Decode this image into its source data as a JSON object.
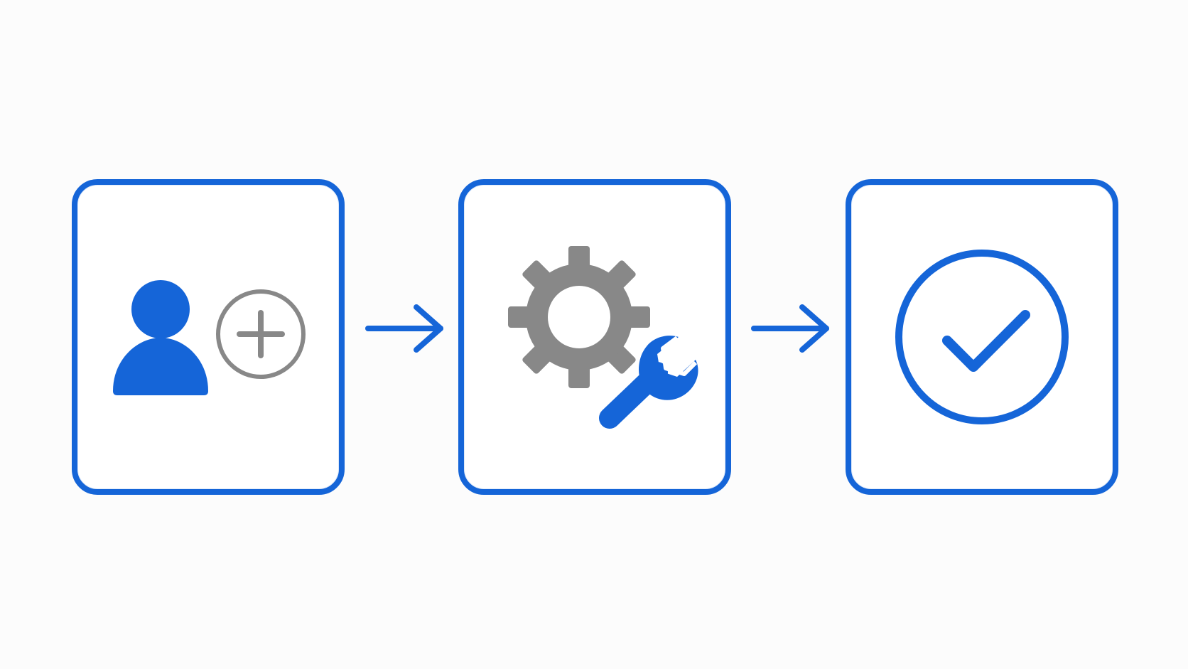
{
  "diagram": {
    "colors": {
      "accent": "#1565d8",
      "neutral": "#888888",
      "background": "#fcfcfc",
      "box_fill": "#ffffff"
    },
    "steps": [
      {
        "icon": "add-user-icon"
      },
      {
        "icon": "gear-wrench-icon"
      },
      {
        "icon": "check-circle-icon"
      }
    ],
    "connectors": [
      {
        "icon": "arrow-right-icon",
        "from": 0,
        "to": 1
      },
      {
        "icon": "arrow-right-icon",
        "from": 1,
        "to": 2
      }
    ]
  }
}
